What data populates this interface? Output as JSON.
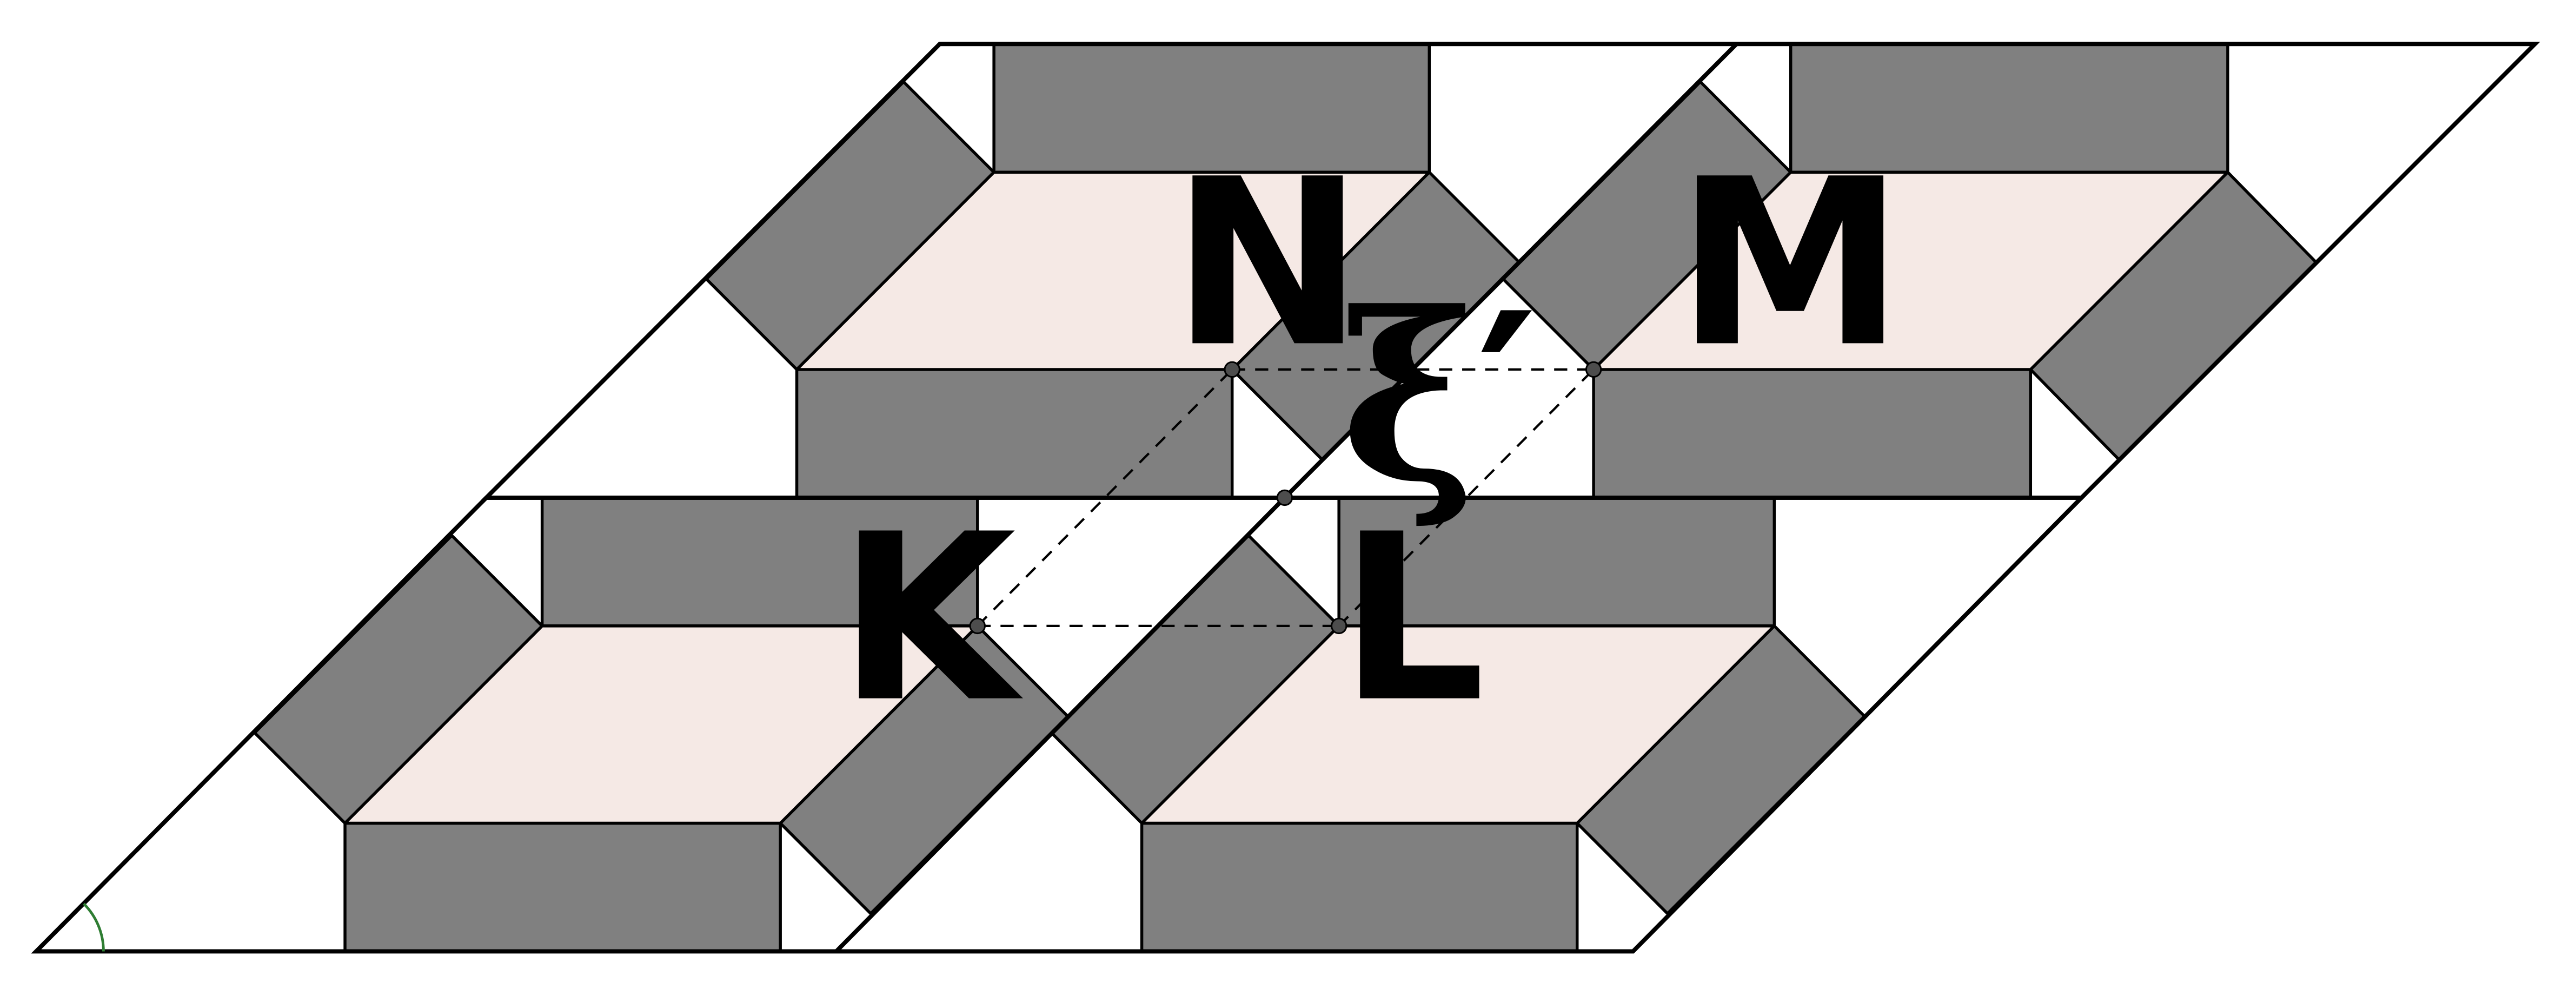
{
  "figure": {
    "colors": {
      "background": "#ffffff",
      "bar_fill": "#808080",
      "rhombus_fill": "#f5e9e5",
      "outline": "#000000",
      "dashed": "#000000",
      "point_fill": "#4d4d4d",
      "angle_arc": "#2e7d32"
    },
    "point_labels": {
      "N": "N",
      "M": "M",
      "K": "K",
      "L": "L",
      "xi": "ξ′"
    }
  }
}
